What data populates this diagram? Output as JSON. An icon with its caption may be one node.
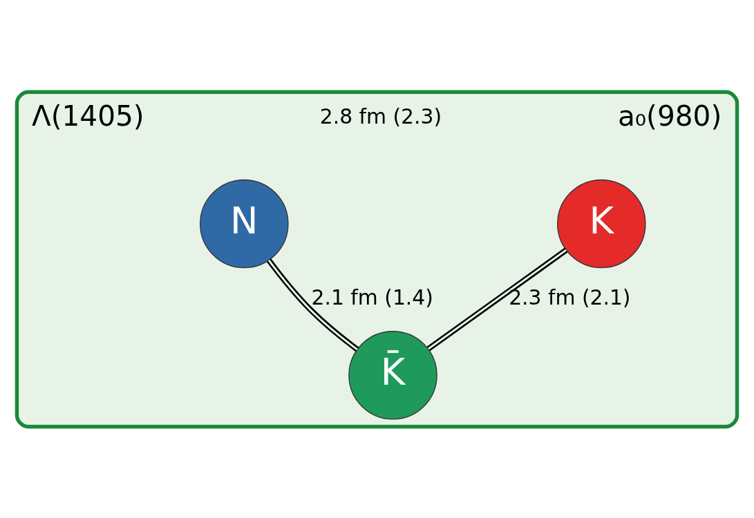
{
  "diagram": {
    "nodes": [
      {
        "text": [],
        "shape": "box"
      },
      {
        "text": [
          "N"
        ],
        "in": 0
      },
      {
        "text": [
          "K"
        ],
        "in": 0
      },
      {
        "text": [
          "K̄"
        ],
        "in": 0
      }
    ],
    "edges": [
      {
        "from": 1,
        "to": 3,
        "arrow": "none",
        "label": "2.1 fm (1.4)"
      },
      {
        "from": 2,
        "to": 3,
        "arrow": "none",
        "label": "2.3 fm (2.1)"
      }
    ],
    "labels": [
      "Λ(1405)",
      "a₀(980)",
      "2.8 fm (2.3)"
    ]
  }
}
